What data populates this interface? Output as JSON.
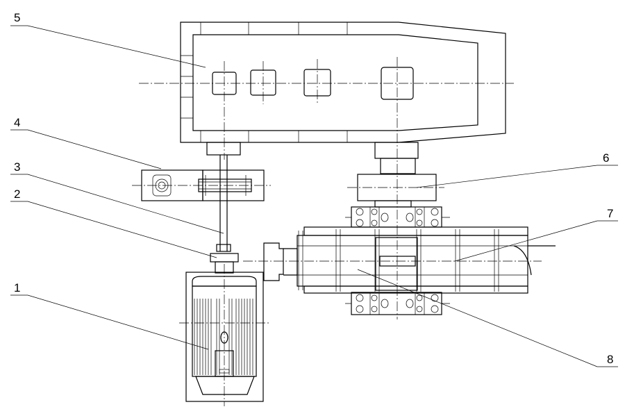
{
  "drawing": {
    "labels": {
      "l1": "1",
      "l2": "2",
      "l3": "3",
      "l4": "4",
      "l5": "5",
      "l6": "6",
      "l7": "7",
      "l8": "8"
    }
  }
}
